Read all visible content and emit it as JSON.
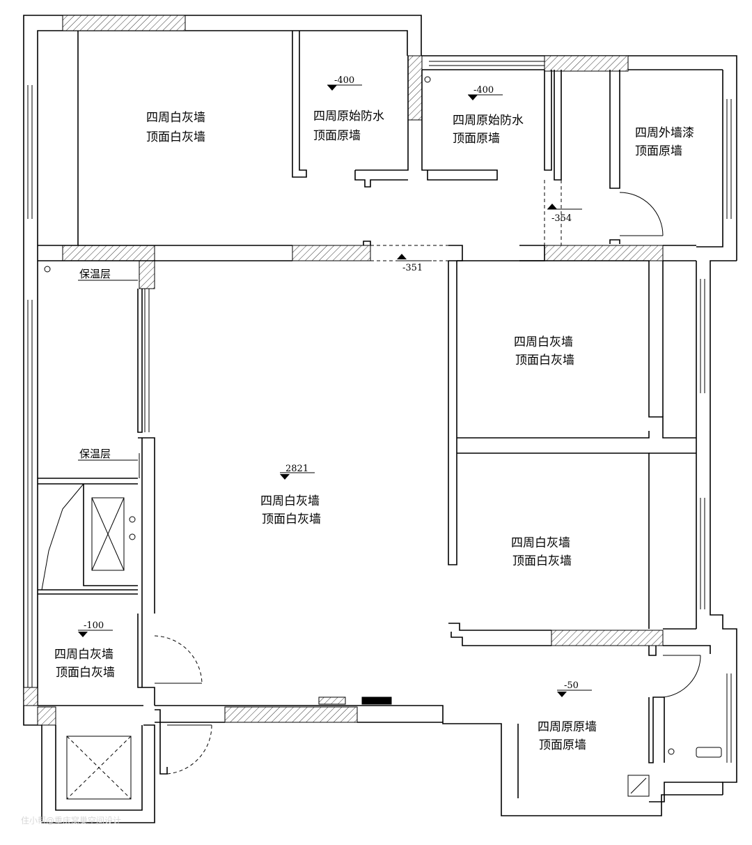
{
  "rooms": [
    {
      "id": "living",
      "line1": "四周白灰墙",
      "line2": "顶面白灰墙"
    },
    {
      "id": "bath-a",
      "line1": "四周原始防水",
      "line2": "顶面原墙"
    },
    {
      "id": "bath-b",
      "line1": "四周原始防水",
      "line2": "顶面原墙"
    },
    {
      "id": "balcony-ne",
      "line1": "四周外墙漆",
      "line2": "顶面原墙"
    },
    {
      "id": "bedroom-2",
      "line1": "四周白灰墙",
      "line2": "顶面白灰墙"
    },
    {
      "id": "main-hall",
      "line1": "四周白灰墙",
      "line2": "顶面白灰墙"
    },
    {
      "id": "bedroom-3",
      "line1": "四周白灰墙",
      "line2": "顶面白灰墙"
    },
    {
      "id": "closet-sw",
      "line1": "四周白灰墙",
      "line2": "顶面白灰墙"
    },
    {
      "id": "balcony-se",
      "line1": "四周原原墙",
      "line2": "顶面原墙"
    }
  ],
  "levels": {
    "bath_a": "-400",
    "bath_b": "-400",
    "balcony_ne": "-354",
    "door_strip": "-351",
    "main_hall": "2821",
    "closet_sw": "-100",
    "balcony_se": "-50"
  },
  "tags": {
    "insulation_1": "保温层",
    "insulation_2": "保温层"
  },
  "watermark": "住小帮@重庆窝巢空间设计"
}
